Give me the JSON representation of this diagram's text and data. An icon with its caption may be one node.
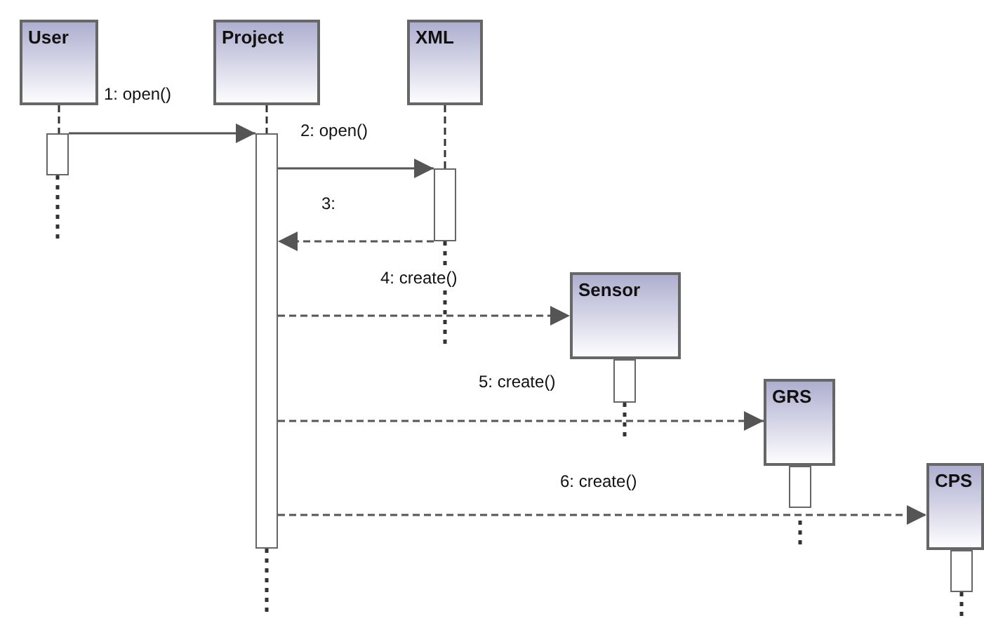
{
  "diagram": {
    "nodes": [
      {
        "text": [
          "User"
        ]
      },
      {
        "text": [
          "Project"
        ]
      },
      {
        "text": [
          "XML"
        ]
      },
      {
        "text": [],
        "shape": "bar"
      },
      {
        "text": [],
        "shape": "bar"
      },
      {
        "text": [],
        "shape": "bar"
      },
      {
        "text": [
          "Sensor"
        ]
      },
      {
        "text": [],
        "shape": "bar"
      },
      {
        "text": [
          "GRS"
        ]
      },
      {
        "text": [],
        "shape": "bar"
      },
      {
        "text": [
          "CPS"
        ]
      },
      {
        "text": [],
        "shape": "bar"
      }
    ],
    "edges": [
      {
        "from": 3,
        "to": 4,
        "arrow": "to",
        "label": "1: open()"
      },
      {
        "from": 4,
        "to": 5,
        "arrow": "to",
        "label": "2: open()"
      },
      {
        "from": 5,
        "to": 4,
        "arrow": "to",
        "label": "3:",
        "style": "dashed"
      },
      {
        "from": 4,
        "to": 6,
        "arrow": "to",
        "label": "4: create()",
        "style": "dashed"
      },
      {
        "from": 4,
        "to": 8,
        "arrow": "to",
        "label": "5: create()",
        "style": "dashed"
      },
      {
        "from": 4,
        "to": 10,
        "arrow": "to",
        "label": "6: create()",
        "style": "dashed"
      },
      {
        "from": 0,
        "to": 3,
        "arrow": "none",
        "style": "dashed",
        "color": "#333333"
      },
      {
        "from": 1,
        "to": 4,
        "arrow": "none",
        "style": "dashed",
        "color": "#333333"
      },
      {
        "from": 2,
        "to": 5,
        "arrow": "none",
        "style": "dashed",
        "color": "#333333"
      }
    ]
  }
}
